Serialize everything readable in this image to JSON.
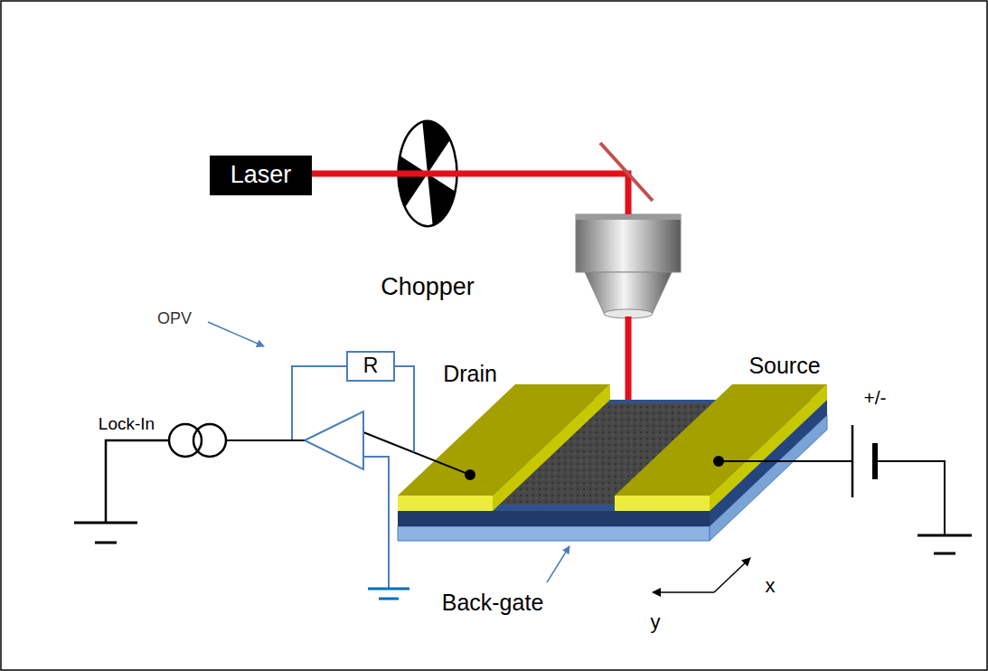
{
  "diagram": {
    "nodes": [
      {
        "text": [
          "Laser"
        ]
      },
      {
        "text": [
          "R"
        ]
      }
    ],
    "labels": [
      "Chopper",
      "OPV",
      "Lock-In",
      "Drain",
      "Source",
      "+/-",
      "Back-gate",
      "x",
      "y"
    ]
  }
}
